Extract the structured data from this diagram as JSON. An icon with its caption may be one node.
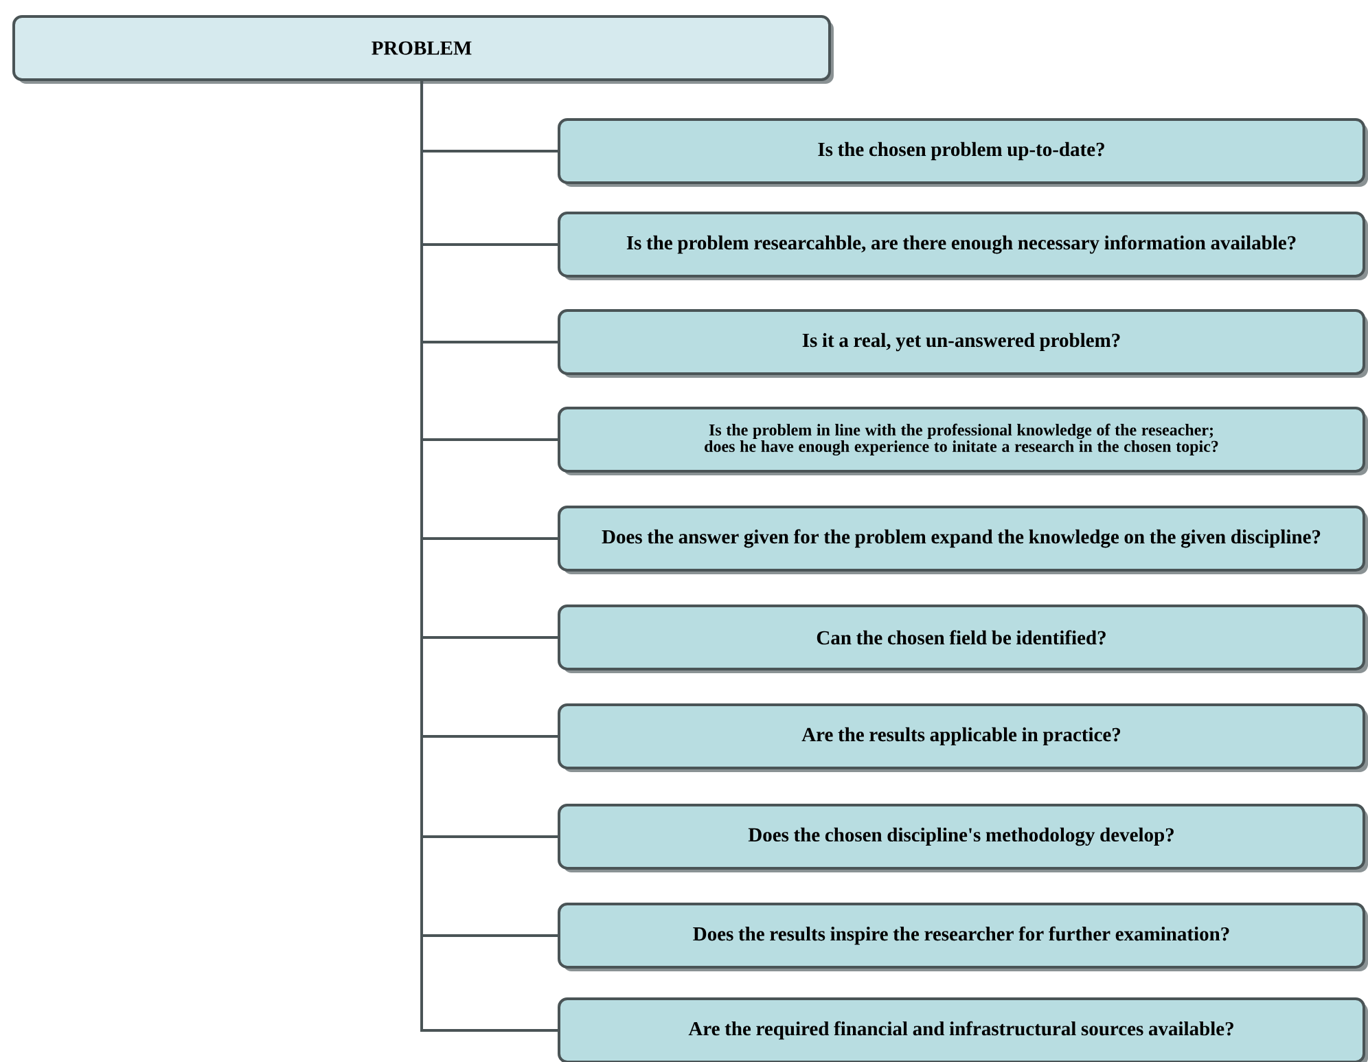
{
  "diagram": {
    "nodes": [
      {
        "text": [
          "PROBLEM"
        ]
      },
      {
        "text": [
          "Is the chosen problem up-to-date?"
        ]
      },
      {
        "text": [
          "Is the problem researcahble, are there enough necessary information available?"
        ]
      },
      {
        "text": [
          "Is it a real, yet un-answered problem?"
        ]
      },
      {
        "text": [
          "Is the problem in line with the professional knowledge of the reseacher; does he have enough experience to initate a research in the chosen topic?"
        ]
      },
      {
        "text": [
          "Does the answer given for the problem expand the knowledge on the given discipline?"
        ]
      },
      {
        "text": [
          "Can the chosen field be identified?"
        ]
      },
      {
        "text": [
          "Are the results applicable in practice?"
        ]
      },
      {
        "text": [
          "Does the chosen discipline's methodology develop?"
        ]
      },
      {
        "text": [
          "Does the results inspire the researcher for further examination?"
        ]
      },
      {
        "text": [
          "Are the required financial and infrastructural sources available?"
        ]
      }
    ],
    "edges": [
      {
        "from": 0,
        "to": 1,
        "arrow": "none"
      },
      {
        "from": 0,
        "to": 2,
        "arrow": "none"
      },
      {
        "from": 0,
        "to": 3,
        "arrow": "none"
      },
      {
        "from": 0,
        "to": 4,
        "arrow": "none"
      },
      {
        "from": 0,
        "to": 5,
        "arrow": "none"
      },
      {
        "from": 0,
        "to": 6,
        "arrow": "none"
      },
      {
        "from": 0,
        "to": 7,
        "arrow": "none"
      },
      {
        "from": 0,
        "to": 8,
        "arrow": "none"
      },
      {
        "from": 0,
        "to": 9,
        "arrow": "none"
      },
      {
        "from": 0,
        "to": 10,
        "arrow": "none"
      }
    ]
  }
}
